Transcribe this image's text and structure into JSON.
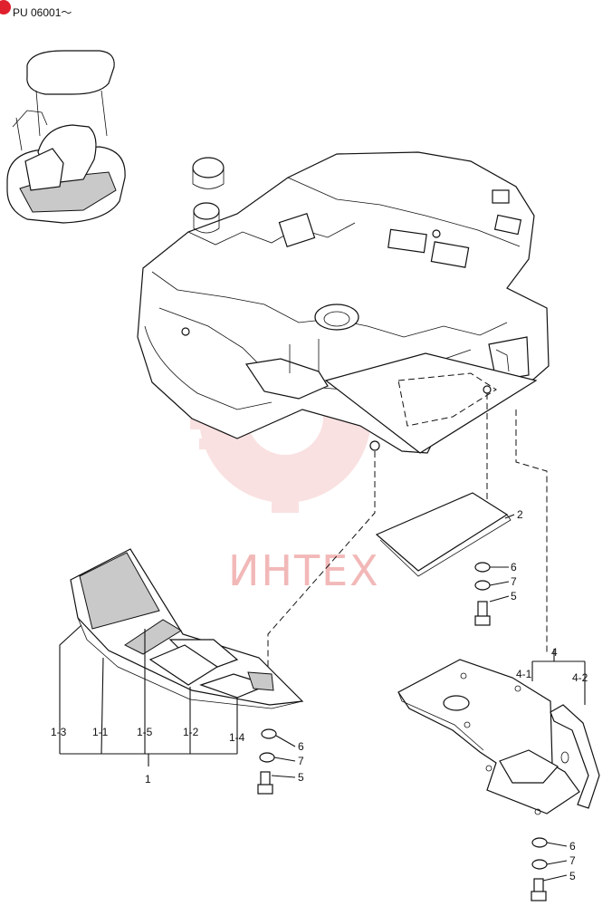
{
  "header": {
    "code": "PU 06001～",
    "marker_color": "#e0202c"
  },
  "watermark": {
    "text": "ИНТЕХ",
    "color": "#f2b8b8"
  },
  "callouts": {
    "c1_3": "1-3",
    "c1_1": "1-1",
    "c1_5": "1-5",
    "c1_2": "1-2",
    "c1_4": "1-4",
    "c1": "1",
    "c2": "2",
    "c6a": "6",
    "c7a": "7",
    "c5a": "5",
    "c6b": "6",
    "c7b": "7",
    "c5b": "5",
    "c4": "4",
    "c4_1": "4-1",
    "c4_2": "4-2",
    "c6c": "6",
    "c7c": "7",
    "c5c": "5"
  }
}
